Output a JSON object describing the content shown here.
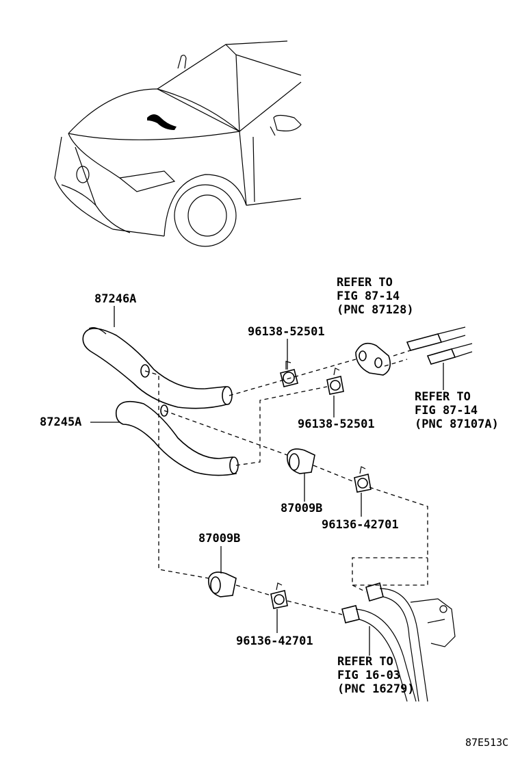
{
  "labels": {
    "hose_upper": "87246A",
    "hose_lower": "87245A",
    "clamp_a1": "96138-52501",
    "clamp_a2": "96138-52501",
    "clamp_b1": "96136-42701",
    "clamp_b2": "96136-42701",
    "part_87009b_1": "87009B",
    "part_87009b_2": "87009B",
    "figure_code": "87E513C"
  },
  "refs": {
    "ref1": [
      "REFER TO",
      "FIG 87-14",
      "(PNC 87128)"
    ],
    "ref2": [
      "REFER TO",
      "FIG 87-14",
      "(PNC 87107A)"
    ],
    "ref3": [
      "REFER TO",
      "FIG 16-03",
      "(PNC 16279)"
    ]
  }
}
